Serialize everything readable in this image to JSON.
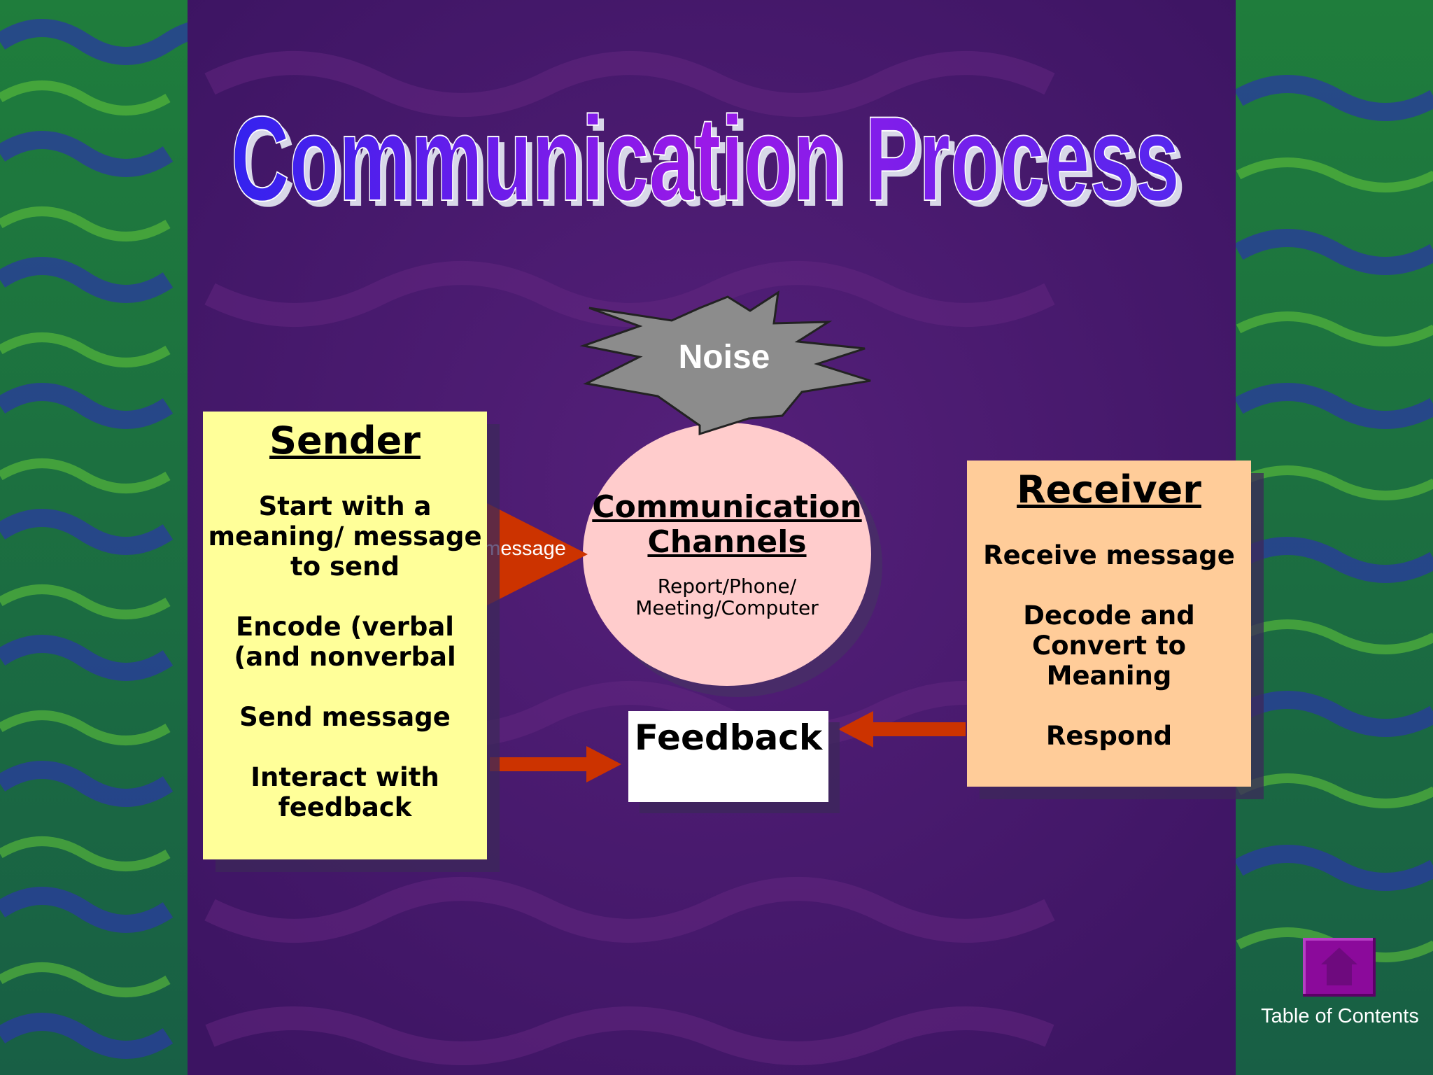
{
  "slide": {
    "title": "Communication Process",
    "noise": "Noise",
    "message": "message",
    "sender": {
      "heading": "Sender",
      "steps": [
        "Start with a meaning/ message to send",
        "Encode (verbal (and nonverbal",
        "Send message",
        "Interact with feedback"
      ]
    },
    "channels": {
      "heading": "Communication Channels",
      "subtitle": "Report/Phone/ Meeting/Computer"
    },
    "receiver": {
      "heading": "Receiver",
      "steps": [
        "Receive message",
        "Decode and Convert to Meaning",
        "Respond"
      ]
    },
    "feedback": "Feedback",
    "nav": {
      "table_of_contents": "Table of Contents",
      "button_icon": "home-icon"
    }
  },
  "colors": {
    "center_background": "#4a1a6e",
    "side_background": "#1c7a3a",
    "sender_fill": "#ffff99",
    "receiver_fill": "#ffcc99",
    "channels_fill": "#ffcccc",
    "noise_fill": "#8c8c8c",
    "arrow_red": "#cc3300",
    "title_blue": "#3322ee",
    "title_violet": "#9a19e8"
  }
}
